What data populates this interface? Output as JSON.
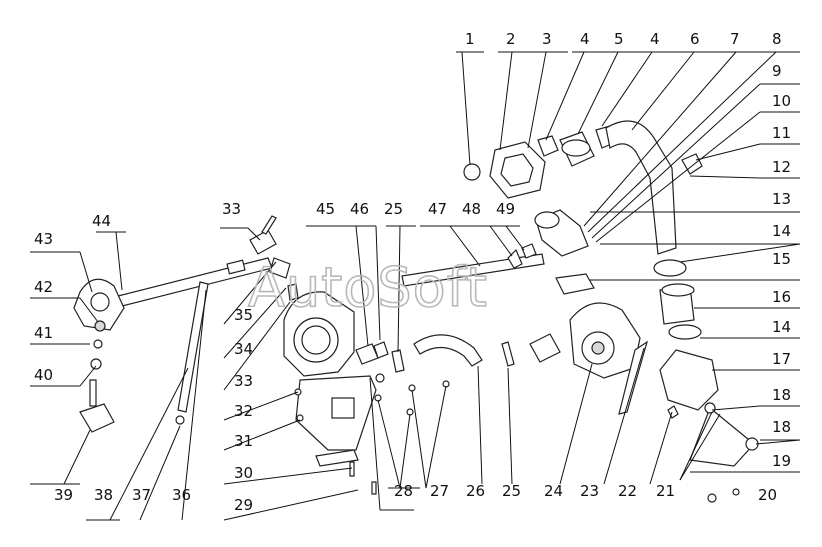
{
  "watermark": "AutoSoft",
  "callouts": [
    "1",
    "2",
    "3",
    "4",
    "5",
    "4",
    "6",
    "7",
    "8",
    "9",
    "10",
    "11",
    "12",
    "13",
    "14",
    "15",
    "16",
    "14",
    "17",
    "18",
    "18",
    "19",
    "20",
    "21",
    "22",
    "23",
    "24",
    "25",
    "26",
    "27",
    "28",
    "29",
    "30",
    "31",
    "32",
    "33",
    "34",
    "35",
    "33",
    "36",
    "37",
    "38",
    "39",
    "40",
    "41",
    "42",
    "43",
    "44",
    "45",
    "46",
    "25",
    "47",
    "48",
    "49"
  ]
}
